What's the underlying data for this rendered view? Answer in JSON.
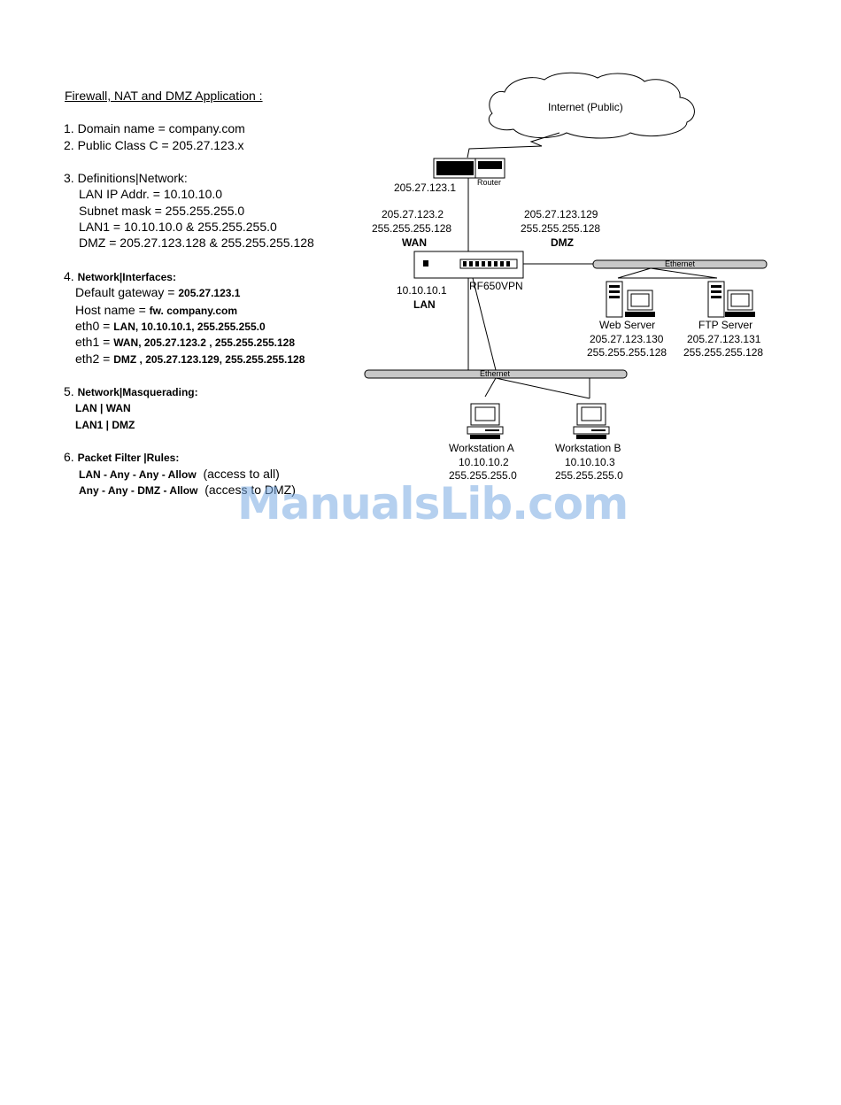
{
  "heading": "Firewall, NAT and DMZ Application :",
  "section1": {
    "num": "1.",
    "text": "Domain name = company.com"
  },
  "section2": {
    "num": "2.",
    "text": "Public Class C = 205.27.123.x"
  },
  "section3": {
    "num": "3.",
    "title": "Definitions|Network:",
    "lines": [
      "LAN  IP Addr. = 10.10.10.0",
      "Subnet mask = 255.255.255.0",
      "LAN1 = 10.10.10.0  &  255.255.255.0",
      "DMZ = 205.27.123.128  &  255.255.255.128"
    ]
  },
  "section4": {
    "num": "4.",
    "title": "Network|Interfaces:",
    "lines": [
      {
        "label": "Default gateway = ",
        "value": "205.27.123.1"
      },
      {
        "label": "Host name = ",
        "value": "fw. company.com"
      },
      {
        "label": "eth0 = ",
        "value": "LAN, 10.10.10.1, 255.255.255.0"
      },
      {
        "label": "eth1 = ",
        "value": "WAN, 205.27.123.2 , 255.255.255.128"
      },
      {
        "label": "eth2 = ",
        "value": "DMZ , 205.27.123.129, 255.255.255.128"
      }
    ]
  },
  "section5": {
    "num": "5.",
    "title": "Network|Masquerading:",
    "lines": [
      "LAN | WAN",
      "LAN1 | DMZ"
    ]
  },
  "section6": {
    "num": "6.",
    "title": "Packet Filter |Rules:",
    "lines": [
      {
        "rule": "LAN -  Any - Any - Allow",
        "note": "(access to all)"
      },
      {
        "rule": "Any -  Any - DMZ -  Allow",
        "note": "(access to DMZ)"
      }
    ]
  },
  "diagram": {
    "internet": "Internet (Public)",
    "router_label": "Router",
    "router_ip": "205.27.123.1",
    "wan": {
      "ip": "205.27.123.2",
      "mask": "255.255.255.128",
      "label": "WAN"
    },
    "dmz": {
      "ip": "205.27.123.129",
      "mask": "255.255.255.128",
      "label": "DMZ"
    },
    "device": "RF650VPN",
    "lan": {
      "ip": "10.10.10.1",
      "label": "LAN"
    },
    "ethernet_dmz": "Ethernet",
    "ethernet_lan": "Ethernet",
    "web_server": {
      "name": "Web Server",
      "ip": "205.27.123.130",
      "mask": "255.255.255.128"
    },
    "ftp_server": {
      "name": "FTP Server",
      "ip": "205.27.123.131",
      "mask": "255.255.255.128"
    },
    "workstation_a": {
      "name": "Workstation A",
      "ip": "10.10.10.2",
      "mask": "255.255.255.0"
    },
    "workstation_b": {
      "name": "Workstation B",
      "ip": "10.10.10.3",
      "mask": "255.255.255.0"
    }
  },
  "watermark": "ManualsLib.com"
}
